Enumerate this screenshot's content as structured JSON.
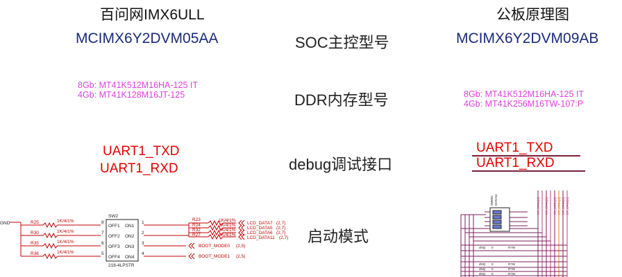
{
  "left": {
    "title": "百问网IMX6ULL",
    "soc_part": "MCIMX6Y2DVM05AA",
    "ddr_line1": "8Gb: MT41K512M16HA-125 IT",
    "ddr_line2": "4Gb: MT41K128M16JT-125",
    "uart_tx": "UART1_TXD",
    "uart_rx": "UART1_RXD"
  },
  "middle": {
    "soc_label": "SOC主控型号",
    "ddr_label": "DDR内存型号",
    "debug_label": "debug调试接口",
    "boot_label": "启动模式"
  },
  "right": {
    "title": "公板原理图",
    "soc_part": "MCIMX6Y2DVM09AB",
    "ddr_line1": "8Gb: MT41K512M16HA-125 IT",
    "ddr_line2": "4Gb: MT41K256M16TW-107:P",
    "uart_tx": "UART1_TXD",
    "uart_rx": "UART1_RXD"
  },
  "schematic_left": {
    "gnd": "GND",
    "switch_ref": "SW2",
    "switch_part": "218-4LPSTR",
    "resistors": [
      {
        "ref": "R25",
        "value": "1K/4/1%",
        "pin": "8",
        "sw": "OFF1",
        "on": "ON1",
        "opin": "1"
      },
      {
        "ref": "R30",
        "value": "1K/4/1%",
        "pin": "7",
        "sw": "OFF2",
        "on": "ON2",
        "opin": "2"
      },
      {
        "ref": "R35",
        "value": "1K/4/1%",
        "pin": "6",
        "sw": "OFF3",
        "on": "ON3",
        "opin": "3"
      },
      {
        "ref": "R36",
        "value": "1K/4/1%",
        "pin": "5",
        "sw": "OFF4",
        "on": "ON4",
        "opin": "4"
      }
    ],
    "outputs": [
      {
        "ref": "R23",
        "value": "1K/4/1%",
        "net": "LCD_DATA7",
        "page": "(2,7)"
      },
      {
        "ref": "R24",
        "value": "1K/4/1%",
        "net": "LCD_DATA5",
        "page": "(2,7)"
      },
      {
        "ref": "R32",
        "value": "1K/4/1%",
        "net": "LCD_DATA6",
        "page": "(2,7)"
      },
      {
        "ref": "R27",
        "value": "1K/4/1%",
        "net": "LCD_DATA11",
        "page": "(2,7)"
      }
    ],
    "boot": [
      {
        "net": "BOOT_MODE0",
        "page": "(2,5)"
      },
      {
        "net": "BOOT_MODE1",
        "page": "(2,5)"
      }
    ]
  },
  "schematic_right": {
    "switch_ref": "SW601",
    "switch_part": "DHN-04",
    "pins": [
      "BT_CFG1[0]",
      "BT_CFG1[1]",
      "BT_CFG1[2]",
      "BT_CFG1[3]",
      "BT_CFG2[0]",
      "BT_CFG2[1]"
    ],
    "rows": [
      {
        "dnp": "dNQ",
        "val": "0",
        "r": "R?W"
      },
      {
        "dnp": "dNQ",
        "val": "0",
        "r": "R?W"
      },
      {
        "dnp": "dNQ",
        "val": "0",
        "r": "R?W"
      },
      {
        "dnp": "dNQ",
        "val": "0",
        "r": "R?W"
      }
    ]
  }
}
